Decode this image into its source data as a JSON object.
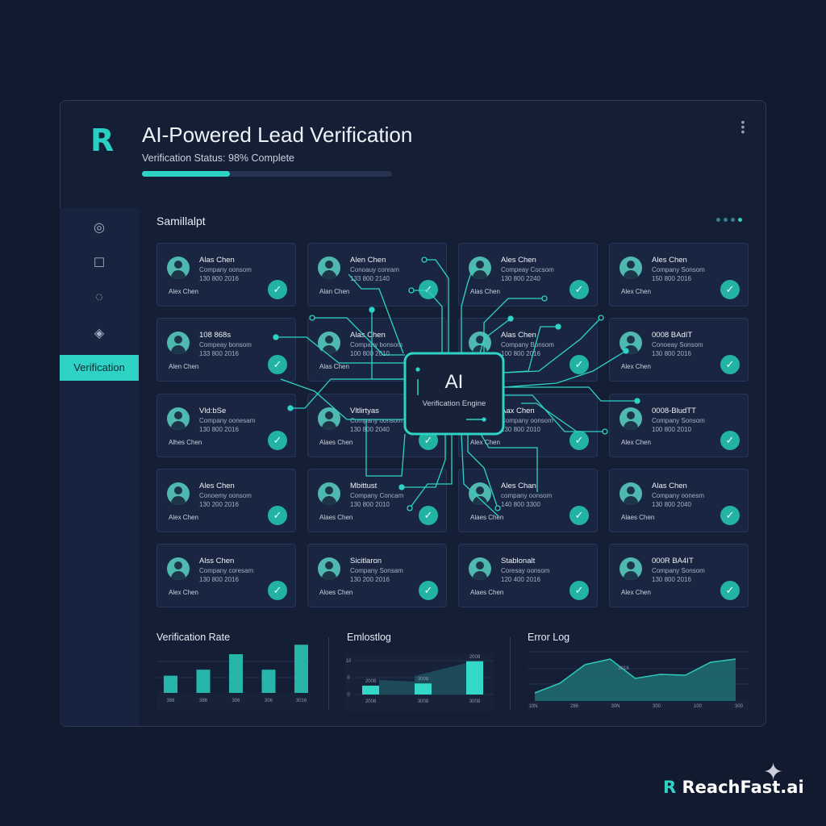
{
  "header": {
    "logo": "R",
    "title": "AI-Powered Lead Verification",
    "status": "Verification Status: 98% Complete",
    "progress_percent": 35
  },
  "sidebar": {
    "icons": [
      "location-icon",
      "edit-icon",
      "chat-icon",
      "shield-icon"
    ],
    "active_label": "Verification"
  },
  "section": {
    "title": "Samillalpt"
  },
  "engine": {
    "title": "AI",
    "subtitle": "Verification Engine"
  },
  "cards": [
    [
      "Alas Chen",
      "Company oonsom",
      "130 800 2016",
      "Alex Chen"
    ],
    [
      "Alen Chen",
      "Conoauy conram",
      "133 800 2140",
      "Alan Chen"
    ],
    [
      "Ales Chen",
      "Compeay Cocsom",
      "130 800 2240",
      "Alas Chen"
    ],
    [
      "Ales Chen",
      "Company Sonsom",
      "150 800 2016",
      "Alex Chen"
    ],
    [
      "108 868s",
      "Compeay bonsom",
      "133 800 2016",
      "Alen Chen"
    ],
    [
      "Alas Chen",
      "Company bonsom",
      "100 800 2010",
      "Alas Chen"
    ],
    [
      "Alas Chen",
      "Company Bonsom",
      "100 800 2016",
      "Alex Chen"
    ],
    [
      "0008 BAdIT",
      "Conoeay Sonsom",
      "130 800 2016",
      "Alex Chen"
    ],
    [
      "Vld:bSe",
      "Company oonesam",
      "130 800 2016",
      "Alhes Chen"
    ],
    [
      "Vltlirtyas",
      "Company oonsom",
      "130 800 2040",
      "Alaes Chen"
    ],
    [
      "Aax Chen",
      "Company oonsom",
      "130 800 2010",
      "Alex Chen"
    ],
    [
      "0008-BludTT",
      "Company Sonsom",
      "100 800 2010",
      "Alex Chen"
    ],
    [
      "Ales Chen",
      "Conoemy oonsom",
      "130 200 2016",
      "Alex Chen"
    ],
    [
      "Mbittust",
      "Company Concam",
      "130 800 2010",
      "Alaes Chen"
    ],
    [
      "Ales Chan",
      "company oonsom",
      "140 800 3300",
      "Alaes Chen"
    ],
    [
      "Alas Chen",
      "Company oonesm",
      "130 800 2040",
      "Alaes Chen"
    ],
    [
      "Alss Chen",
      "Company coresam",
      "130 800 2016",
      "Alex Chen"
    ],
    [
      "Sicitlaron",
      "Company Sonsam",
      "130 200 2016",
      "Aloes Chen"
    ],
    [
      "Stablonalt",
      "Coresay oonsom",
      "120 400 2016",
      "Alaes Chen"
    ],
    [
      "000R BA4IT",
      "Company Sonsom",
      "130 800 2016",
      "Alex Chen"
    ]
  ],
  "chart_data": [
    {
      "type": "bar",
      "title": "Verification Rate",
      "categories": [
        "388",
        "386",
        "306",
        "306",
        "3016"
      ],
      "values": [
        20,
        27,
        45,
        27,
        56
      ]
    },
    {
      "type": "bar",
      "title": "Emlostlog",
      "categories": [
        "2008",
        "3008",
        "3008"
      ],
      "values": [
        2,
        2.5,
        7.5
      ],
      "data_labels": [
        "2008",
        "3008",
        "2008"
      ],
      "yticks": [
        "10",
        "0",
        "0"
      ]
    },
    {
      "type": "area",
      "title": "Error Log",
      "categories": [
        "10N",
        "286",
        "30N",
        "300",
        "100",
        "300"
      ],
      "values": [
        10,
        22,
        45,
        52,
        28,
        33,
        32,
        48,
        52
      ],
      "annotations": [
        "3016"
      ]
    }
  ],
  "brand": {
    "name_a": "ReachFast",
    "name_b": ".ai"
  },
  "colors": {
    "accent": "#2ed3c6",
    "background": "#111a2e",
    "panel": "#141e35"
  }
}
